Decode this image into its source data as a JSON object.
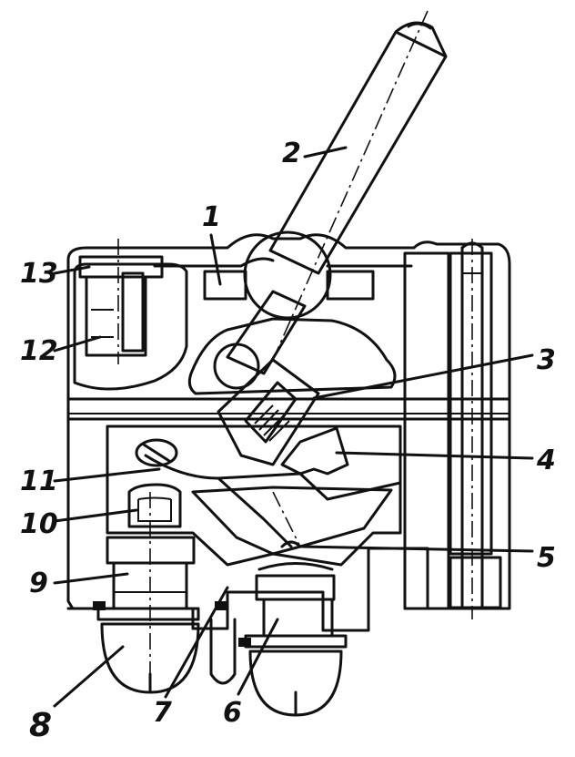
{
  "labels": {
    "l1": "1",
    "l2": "2",
    "l3": "3",
    "l4": "4",
    "l5": "5",
    "l6": "6",
    "l7": "7",
    "l8": "8",
    "l9": "9",
    "l10": "10",
    "l11": "11",
    "l12": "12",
    "l13": "13"
  },
  "colors": {
    "ink": "#111111",
    "paper": "#ffffff"
  }
}
